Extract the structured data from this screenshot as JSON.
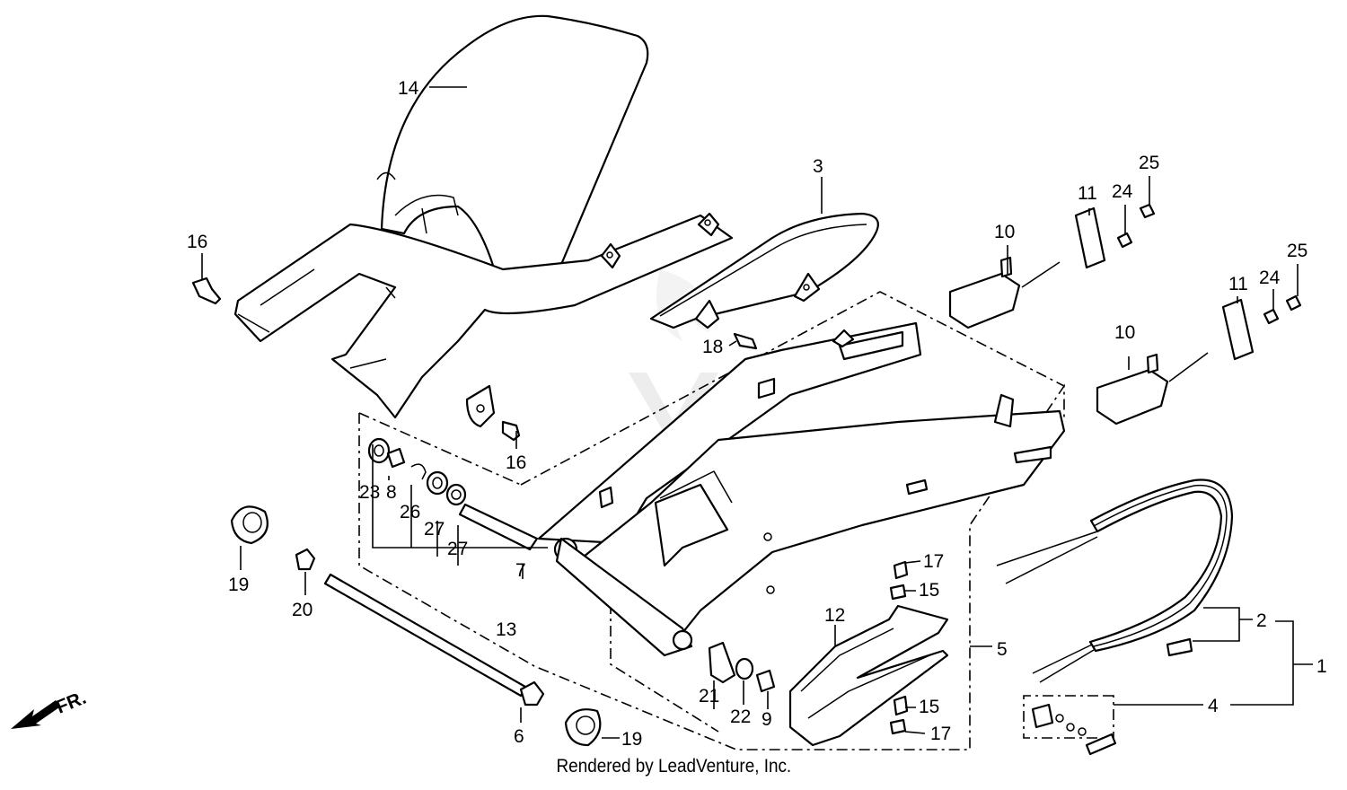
{
  "footer": {
    "credit": "Rendered by LeadVenture, Inc."
  },
  "direction": {
    "label": "FR."
  },
  "callouts": {
    "n1": "1",
    "n2": "2",
    "n3": "3",
    "n4": "4",
    "n5": "5",
    "n6": "6",
    "n7": "7",
    "n8": "8",
    "n9": "9",
    "n10a": "10",
    "n10b": "10",
    "n11a": "11",
    "n11b": "11",
    "n12": "12",
    "n13": "13",
    "n14": "14",
    "n15a": "15",
    "n15b": "15",
    "n16a": "16",
    "n16b": "16",
    "n17a": "17",
    "n17b": "17",
    "n18": "18",
    "n19a": "19",
    "n19b": "19",
    "n20": "20",
    "n21": "21",
    "n22": "22",
    "n23": "23",
    "n24a": "24",
    "n24b": "24",
    "n25a": "25",
    "n25b": "25",
    "n26": "26",
    "n27a": "27",
    "n27b": "27"
  },
  "colors": {
    "ink": "#000000",
    "paper": "#ffffff",
    "watermark": "#e6e6e6"
  }
}
